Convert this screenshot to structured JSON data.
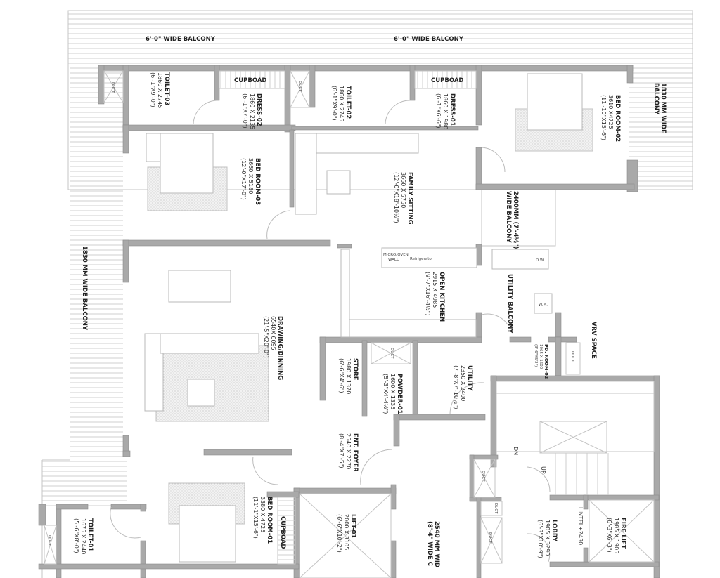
{
  "balconies": {
    "top_left": "6'-0\" WIDE BALCONY",
    "top_right": "6'-0\" WIDE BALCONY",
    "right": [
      "1830 MM  WIDE",
      "BALCONY"
    ],
    "left": "1830 MM WIDE BALCONY",
    "middle": [
      "2400MM (7'-4½\")",
      "WIDE BALCONY"
    ],
    "utility": "UTILITY BALCONY",
    "bottom": [
      "2540 MM  WID",
      "(8'-4\" WIDE C"
    ]
  },
  "rooms": {
    "toilet03": {
      "name": "TOILET-03",
      "mm": "1860 X 2745",
      "ft": "(6'-1\"X9'-0\")"
    },
    "dress02": {
      "name": "DRESS-02",
      "mm": "1860 X 2135",
      "ft": "(6'-1\"X7'-0\")"
    },
    "toilet02": {
      "name": "TOILET-02",
      "mm": "1860 X 2745",
      "ft": "(6'-1\"X9'-0\")"
    },
    "dress01": {
      "name": "DRESS-01",
      "mm": "1860 X 1980",
      "ft": "(6'-1\"X6'-6\")"
    },
    "bedroom02": {
      "name": "BED ROOM-02",
      "mm": "3610 X4725",
      "ft": "(11'-10\"X15'-6\")"
    },
    "bedroom03": {
      "name": "BED ROOM-03",
      "mm": "3660 X 5180",
      "ft": "(12'-0\"X17'-0\")"
    },
    "family": {
      "name": "FAMILY SITTING",
      "mm": "3660 X 5750",
      "ft": "(12'-0\"X18'-10½\")"
    },
    "drawing": {
      "name": "DRAWING/DINNING",
      "mm": "6540X 6095",
      "ft": "(21'-5\"X20'-0\")"
    },
    "kitchen": {
      "name": "OPEN KITCHEN",
      "mm": "2915 X 4985",
      "ft": "(9'-7\"X16'-4½\")"
    },
    "pdroom02": {
      "name": "PD. ROOM-02",
      "mm": "1065 X 1600",
      "ft": "(3'-6\"X5'3\")"
    },
    "store": {
      "name": "STORE",
      "mm": "1980 X 1370",
      "ft": "(6'-6\"X4'-6\")"
    },
    "powder01": {
      "name": "POWDER-01",
      "mm": "1600 X 1335",
      "ft": "(5'-3\"X4'-4½\")"
    },
    "utility": {
      "name": "UTILITY",
      "mm": "2350 X 2400",
      "ft": "(7'-8\"X7'-10½\")"
    },
    "foyer": {
      "name": "ENT. FOYER",
      "mm": "2540 X 2270",
      "ft": "(8'-4\"X7'-5\")"
    },
    "lift01": {
      "name": "LIFT-01",
      "mm": "2000 X 3105",
      "ft": "(6'-6\"X10'-2\")"
    },
    "lobby": {
      "name": "LOBBY",
      "mm": "1905 X 3290",
      "ft": "(6'-3\"X10'-9\")"
    },
    "firelift": {
      "name": "FIRE LIFT",
      "mm": "1905 X 1905",
      "ft": "(6'-3\"X6'-3\")"
    },
    "bedroom01": {
      "name": "BED ROOM-01",
      "mm": "3380 X 4725",
      "ft": "(11'-1\"X15'-6\")"
    },
    "toilet01": {
      "name": "TOILET-01",
      "mm": "1675 X 2440",
      "ft": "(5'-6\"X8'-0\")"
    }
  },
  "labels": {
    "cupboard": "CUPBOAD",
    "duct": "DUCT",
    "vrv": "VRV  SPACE",
    "lintel": "LINTEL+2430",
    "dn": "DN",
    "up": "UP",
    "micro": "MICRO/OVEN",
    "micro2": "WALL",
    "fridge": "Refrigerator",
    "dw": "D.W.",
    "wm": "W.M."
  },
  "colors": {
    "wall": "#a9a9a9",
    "line": "#c4c4c4",
    "text": "#222222"
  }
}
